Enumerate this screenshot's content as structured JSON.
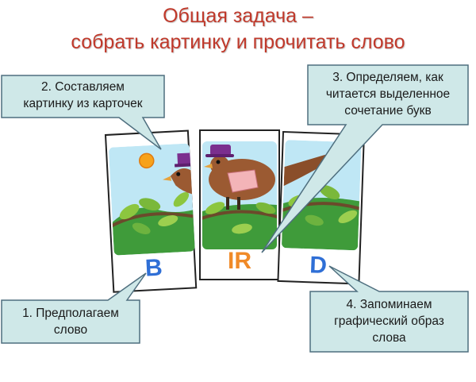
{
  "title": {
    "line1": "Общая задача –",
    "line2": "собрать картинку и прочитать слово"
  },
  "callouts": {
    "compose": {
      "line1": "2. Составляем",
      "line2": "картинку из карточек"
    },
    "determine": {
      "line1": "3. Определяем, как",
      "line2": "читается выделенное",
      "line3": "сочетание букв"
    },
    "guess": {
      "line1": "1. Предполагаем",
      "line2": "слово"
    },
    "remember": {
      "line1": "4. Запоминаем",
      "line2": "графический образ",
      "line3": "слова"
    }
  },
  "cards": {
    "left": {
      "letters": "B",
      "color": "#2f6fd6"
    },
    "middle": {
      "letters": "IR",
      "color": "#f08a28"
    },
    "right": {
      "letters": "D",
      "color": "#2f6fd6"
    }
  },
  "colors": {
    "title": "#c0392b",
    "callout_fill": "#cfe8e8",
    "callout_stroke": "#4f6f7f",
    "sky": "#bfe7f5",
    "leaf": "#6db33f",
    "bird": "#9b5a32"
  }
}
